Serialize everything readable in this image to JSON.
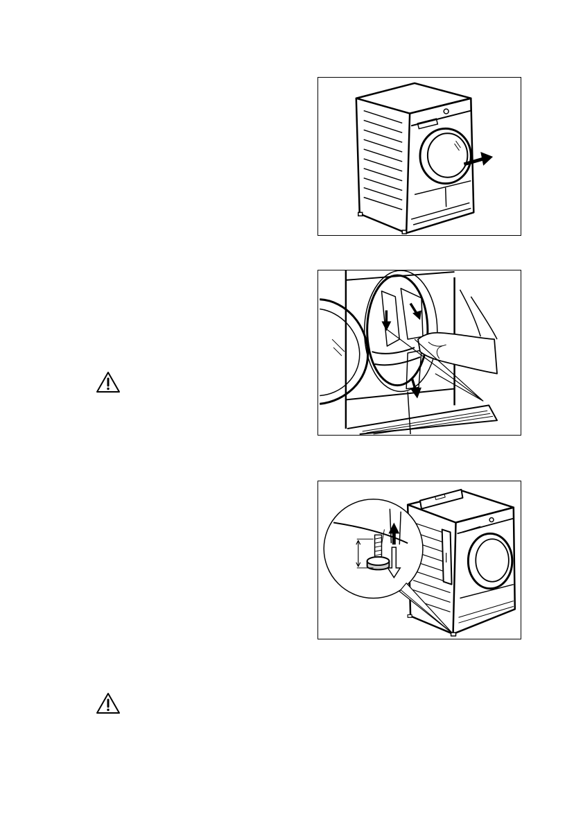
{
  "figures": [
    {
      "name": "dryer-remove-packaging",
      "icon": "dryer-with-arrow-icon"
    },
    {
      "name": "drum-remove-foil",
      "icon": "hand-pulling-foil-icon"
    },
    {
      "name": "adjust-feet",
      "icon": "levelling-feet-icon"
    }
  ],
  "warnings": [
    {
      "icon": "warning-triangle-icon"
    },
    {
      "icon": "warning-triangle-icon"
    }
  ],
  "colors": {
    "line": "#000000",
    "background": "#ffffff"
  }
}
